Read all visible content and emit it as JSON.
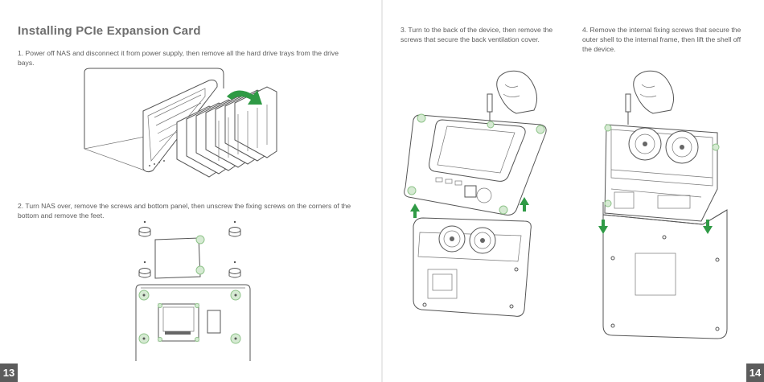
{
  "document": {
    "title": "Installing PCIe Expansion Card",
    "accent_color": "#2f9a45",
    "highlight_color": "#d6ead3"
  },
  "left_page": {
    "page_number": "13",
    "step1": "1. Power off NAS and disconnect it from power supply, then remove all the hard drive trays from the drive bays.",
    "step2": "2. Turn NAS over, remove the screws and bottom panel, then unscrew the fixing screws on the corners of the bottom and remove the feet."
  },
  "right_page": {
    "page_number": "14",
    "step3": "3. Turn to the back of the device, then remove the screws that secure the back ventilation cover.",
    "step4": "4. Remove the internal fixing screws that secure the outer shell to the internal frame, then lift the shell off the device."
  },
  "icons": [
    "green-curved-arrow-icon",
    "green-up-arrow-icon",
    "green-down-arrow-icon",
    "hand-screwdriver-icon",
    "fan-icon",
    "screw-icon"
  ]
}
